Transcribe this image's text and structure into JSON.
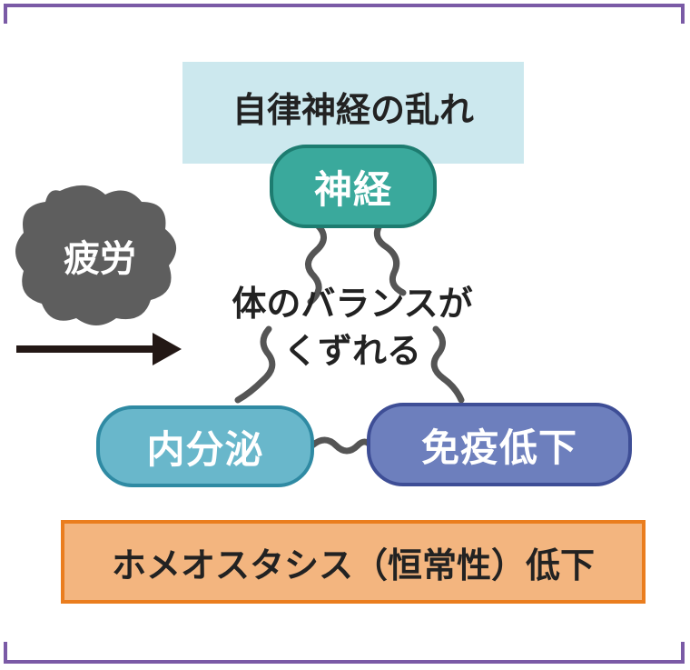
{
  "top_label": "自律神経の乱れ",
  "nodes": {
    "nerve": "神経",
    "endocrine": "内分泌",
    "immune": "免疫低下"
  },
  "center": {
    "line1": "体のバランスが",
    "line2": "くずれる"
  },
  "fatigue": "疲労",
  "bottom_label": "ホメオスタシス（恒常性）低下",
  "colors": {
    "frame": "#7a5aa6",
    "top_box": "#cce8ee",
    "nerve": "#3aa99c",
    "endocrine": "#69b7cb",
    "immune": "#6d7fbd",
    "bottom_fill": "#f3b57f",
    "bottom_border": "#ea7d1e",
    "fatigue_cloud": "#5e5e5e",
    "connector": "#555555"
  }
}
